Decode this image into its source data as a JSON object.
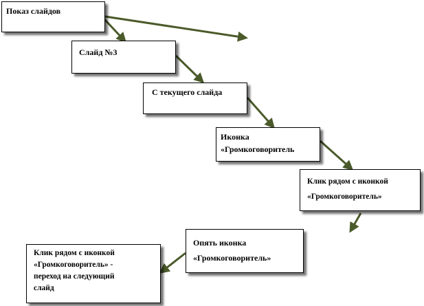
{
  "diagram": {
    "nodes": [
      {
        "id": "b1",
        "lines": [
          "Показ  слайдов"
        ]
      },
      {
        "id": "b2",
        "lines": [
          "Слайд №3"
        ]
      },
      {
        "id": "b3",
        "lines": [
          "С текущего  слайда"
        ]
      },
      {
        "id": "b4",
        "lines": [
          "Иконка",
          "«Громкоговоритель"
        ]
      },
      {
        "id": "b5",
        "lines": [
          "Клик рядом  с иконкой",
          "«Громкоговоритель»"
        ]
      },
      {
        "id": "b6",
        "lines": [
          "Опять иконка",
          "«Громкоговоритель»"
        ]
      },
      {
        "id": "b7",
        "lines": [
          "Клик рядом  с  иконкой",
          "«Громкоговоритель»  -",
          "переход  на следующий",
          "слайд"
        ]
      }
    ],
    "arrow_color": "#4a5a2a"
  }
}
